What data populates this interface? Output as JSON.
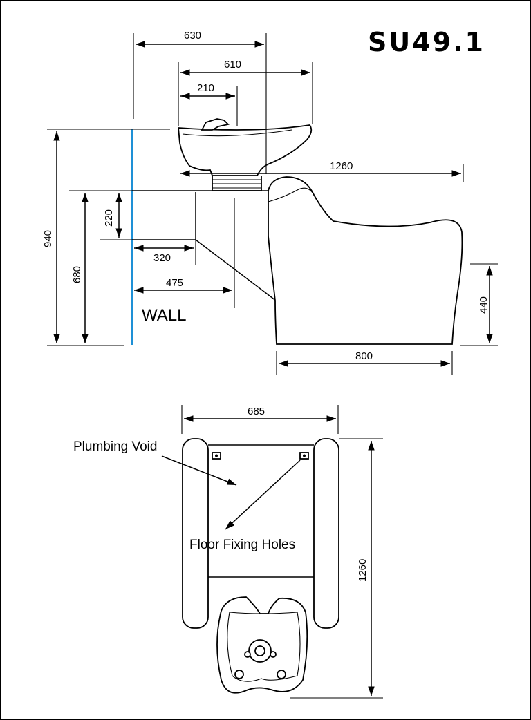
{
  "title": "SU49.1",
  "wall_label": "WALL",
  "labels": {
    "plumbing_void": "Plumbing Void",
    "floor_fixing_holes": "Floor Fixing Holes"
  },
  "dimensions": {
    "d630": "630",
    "d610": "610",
    "d210": "210",
    "d1260_side": "1260",
    "d940": "940",
    "d680": "680",
    "d220": "220",
    "d320": "320",
    "d475": "475",
    "d440": "440",
    "d800": "800",
    "d685": "685",
    "d1260_plan": "1260"
  },
  "colors": {
    "wall_line": "#1e90d6",
    "ink": "#000000"
  }
}
